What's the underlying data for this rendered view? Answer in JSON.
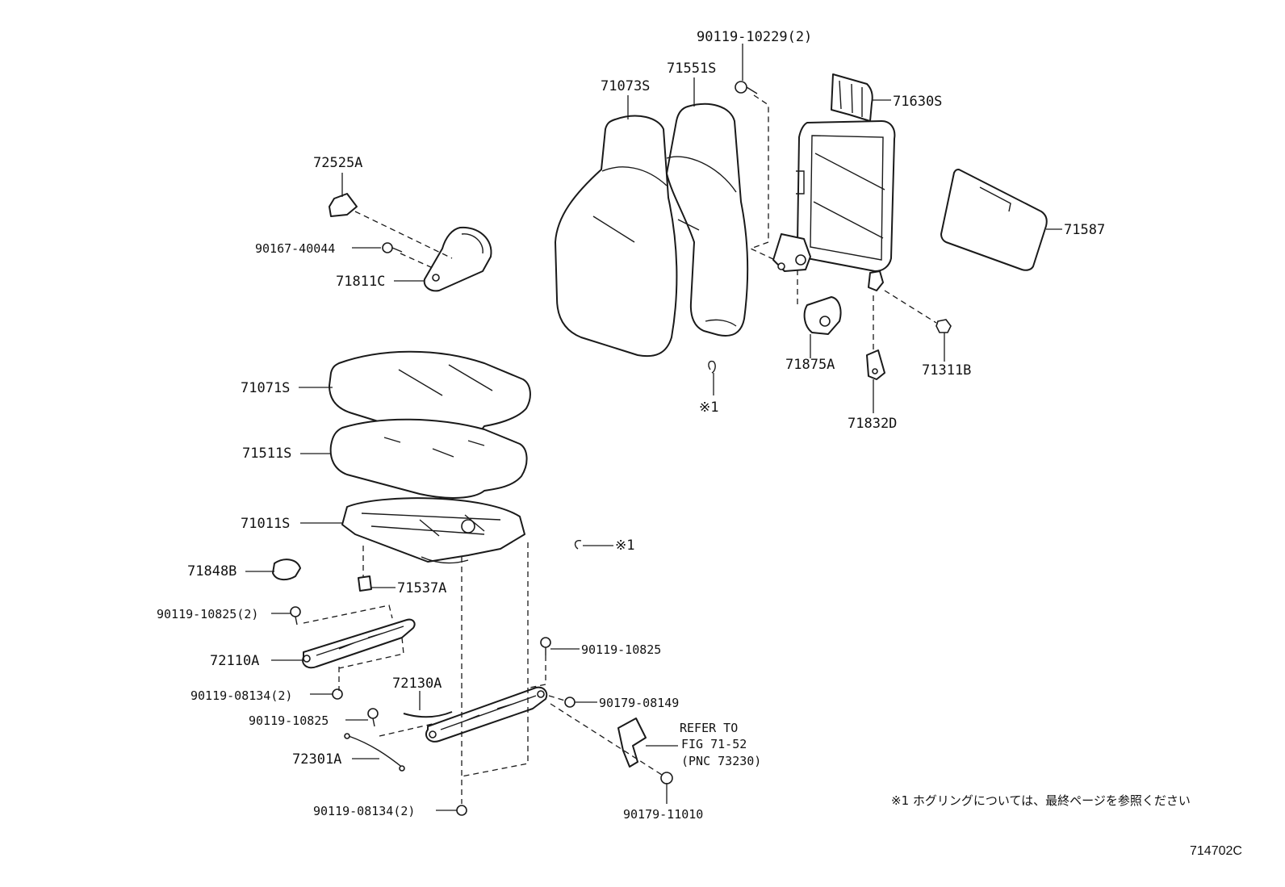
{
  "diagram": {
    "figure_id": "714702C",
    "footnote": "※1 ホグリングについては、最終ページを参照ください",
    "hog_ring_mark_1": "※1",
    "hog_ring_mark_2": "※1",
    "refer_note": {
      "line1": "REFER TO",
      "line2": "FIG 71-52",
      "line3": "(PNC 73230)"
    },
    "parts": {
      "p90119_10229": "90119-10229(2)",
      "p71551s": "71551S",
      "p71073s": "71073S",
      "p71630s": "71630S",
      "p72525a": "72525A",
      "p71587": "71587",
      "p90167_40044": "90167-40044",
      "p71811c": "71811C",
      "p71875a": "71875A",
      "p71311b": "71311B",
      "p71071s": "71071S",
      "p71832d": "71832D",
      "p71511s": "71511S",
      "p71011s": "71011S",
      "p71848b": "71848B",
      "p71537a": "71537A",
      "p90119_10825_2": "90119-10825(2)",
      "p90119_10825_a": "90119-10825",
      "p72110a": "72110A",
      "p72130a": "72130A",
      "p90119_08134_2_a": "90119-08134(2)",
      "p90179_08149": "90179-08149",
      "p90119_10825_b": "90119-10825",
      "p72301a": "72301A",
      "p90119_08134_2_b": "90119-08134(2)",
      "p90179_11010": "90179-11010"
    }
  }
}
